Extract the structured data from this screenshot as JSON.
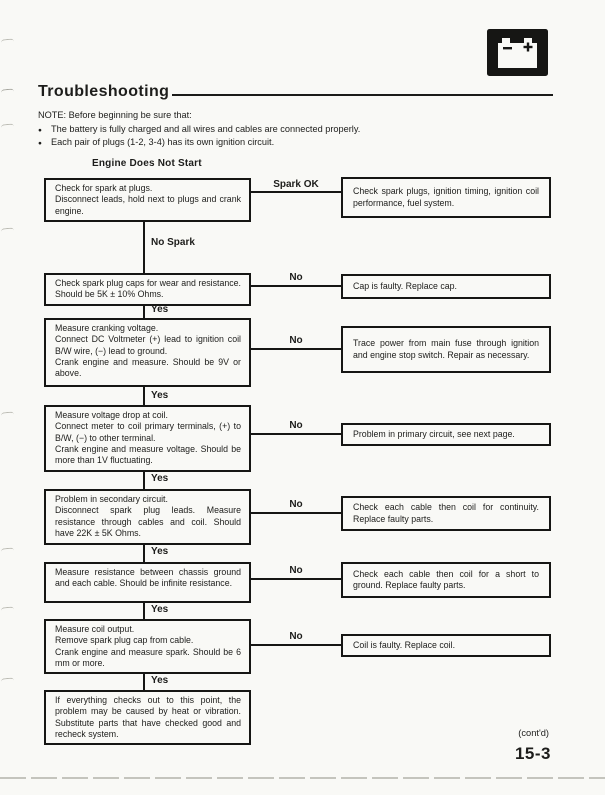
{
  "colors": {
    "ink": "#1d1d1b",
    "paper": "#f9f9f6"
  },
  "header": {
    "title": "Troubleshooting",
    "corner_icon": "battery-icon"
  },
  "note": {
    "intro": "NOTE: Before beginning be sure that:",
    "items": [
      "The battery is fully charged and all wires and cables are connected properly.",
      "Each pair of plugs (1-2, 3-4) has its own ignition circuit."
    ]
  },
  "flow": {
    "title": "Engine Does Not Start",
    "rows": [
      {
        "left": [
          "Check for spark at plugs.",
          "Disconnect leads, hold next to plugs and crank engine."
        ],
        "branch": "Spark OK",
        "right": "Check spark plugs, ignition timing, ignition coil performance, fuel system.",
        "down": "No Spark"
      },
      {
        "left": [
          "Check spark plug caps for wear and resistance. Should be 5K ± 10% Ohms."
        ],
        "branch": "No",
        "right": "Cap is faulty. Replace cap.",
        "down": "Yes"
      },
      {
        "left": [
          "Measure cranking voltage.",
          "Connect DC Voltmeter (+) lead to ignition coil B/W wire, (−) lead to ground.",
          "Crank engine and measure. Should be 9V or above."
        ],
        "branch": "No",
        "right": "Trace power from main fuse through ignition and engine stop switch. Repair as necessary.",
        "down": "Yes"
      },
      {
        "left": [
          "Measure voltage drop at coil.",
          "Connect meter to coil primary terminals, (+) to B/W, (−) to other terminal.",
          "Crank engine and measure voltage. Should be more than 1V fluctuating."
        ],
        "branch": "No",
        "right": "Problem in primary circuit, see next page.",
        "down": "Yes"
      },
      {
        "left": [
          "Problem in secondary circuit.",
          "Disconnect spark plug leads. Measure resistance through cables and coil. Should have 22K ± 5K Ohms."
        ],
        "branch": "No",
        "right": "Check each cable then coil for continuity. Replace faulty parts.",
        "down": "Yes"
      },
      {
        "left": [
          "Measure resistance between chassis ground and each cable. Should be infinite resistance."
        ],
        "branch": "No",
        "right": "Check each cable then coil for a short to ground. Replace faulty parts.",
        "down": "Yes"
      },
      {
        "left": [
          "Measure coil output.",
          "Remove spark plug cap from cable.",
          "Crank engine and measure spark. Should be 6 mm or more."
        ],
        "branch": "No",
        "right": "Coil is faulty. Replace coil.",
        "down": "Yes"
      },
      {
        "left": [
          "If everything checks out to this point, the problem may be caused by heat or vibration. Substitute parts that have checked good and recheck system."
        ]
      }
    ]
  },
  "footer": {
    "contd": "(cont'd)",
    "page_number": "15-3"
  }
}
